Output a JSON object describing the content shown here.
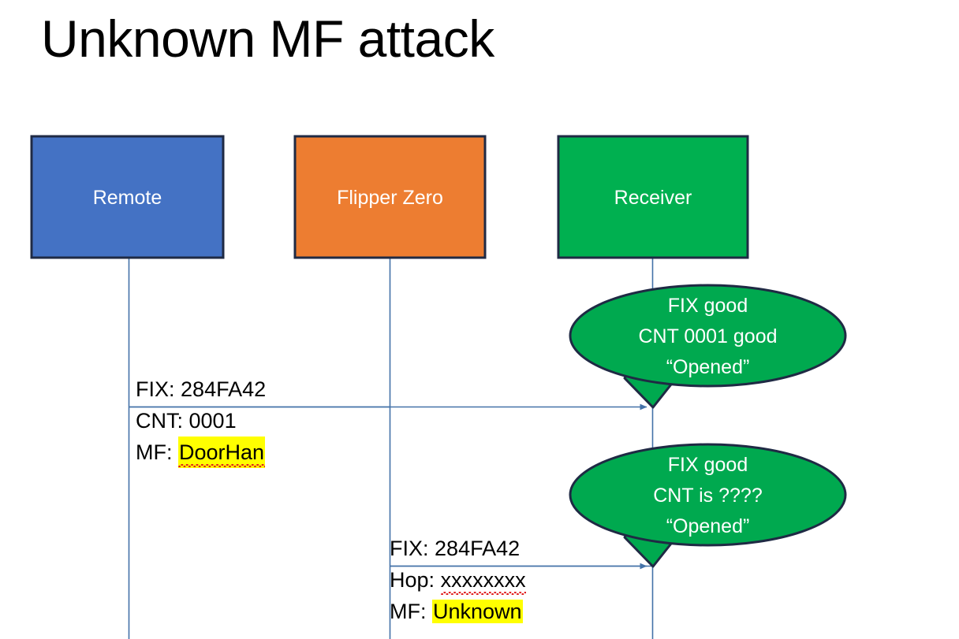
{
  "slide": {
    "title": "Unknown MF attack",
    "background_color": "#ffffff"
  },
  "colors": {
    "remote_fill": "#4472C4",
    "flipper_fill": "#ED7D31",
    "receiver_fill": "#00B050",
    "box_border": "#1F2A44",
    "lifeline": "#4472A8",
    "arrow": "#4472A8",
    "callout_fill": "#00A94F",
    "callout_border": "#1F2A44",
    "highlight": "#ffff00",
    "text_dark": "#000000",
    "text_light": "#ffffff"
  },
  "actors": [
    {
      "id": "remote",
      "label": "Remote",
      "fill": "#4472C4"
    },
    {
      "id": "flipper",
      "label": "Flipper Zero",
      "fill": "#ED7D31"
    },
    {
      "id": "receiver",
      "label": "Receiver",
      "fill": "#00B050"
    }
  ],
  "messages": [
    {
      "id": "msg-1",
      "from": "remote",
      "to": "receiver",
      "lines": [
        {
          "label": "FIX:",
          "value": "284FA42",
          "highlight": false,
          "squiggle": false
        },
        {
          "label": "CNT:",
          "value": "0001",
          "highlight": false,
          "squiggle": false
        },
        {
          "label": "MF:",
          "value": "DoorHan",
          "highlight": true,
          "squiggle": true
        }
      ]
    },
    {
      "id": "msg-2",
      "from": "flipper",
      "to": "receiver",
      "lines": [
        {
          "label": "FIX:",
          "value": "284FA42",
          "highlight": false,
          "squiggle": false
        },
        {
          "label": "Hop:",
          "value": "xxxxxxxx",
          "highlight": false,
          "squiggle": true
        },
        {
          "label": "MF:",
          "value": "Unknown",
          "highlight": true,
          "squiggle": false
        }
      ]
    }
  ],
  "callouts": [
    {
      "id": "callout-1",
      "attached_to": "msg-1",
      "lines": [
        "FIX good",
        "CNT 0001 good",
        "“Opened”"
      ]
    },
    {
      "id": "callout-2",
      "attached_to": "msg-2",
      "lines": [
        "FIX good",
        "CNT is ????",
        "“Opened”"
      ]
    }
  ]
}
